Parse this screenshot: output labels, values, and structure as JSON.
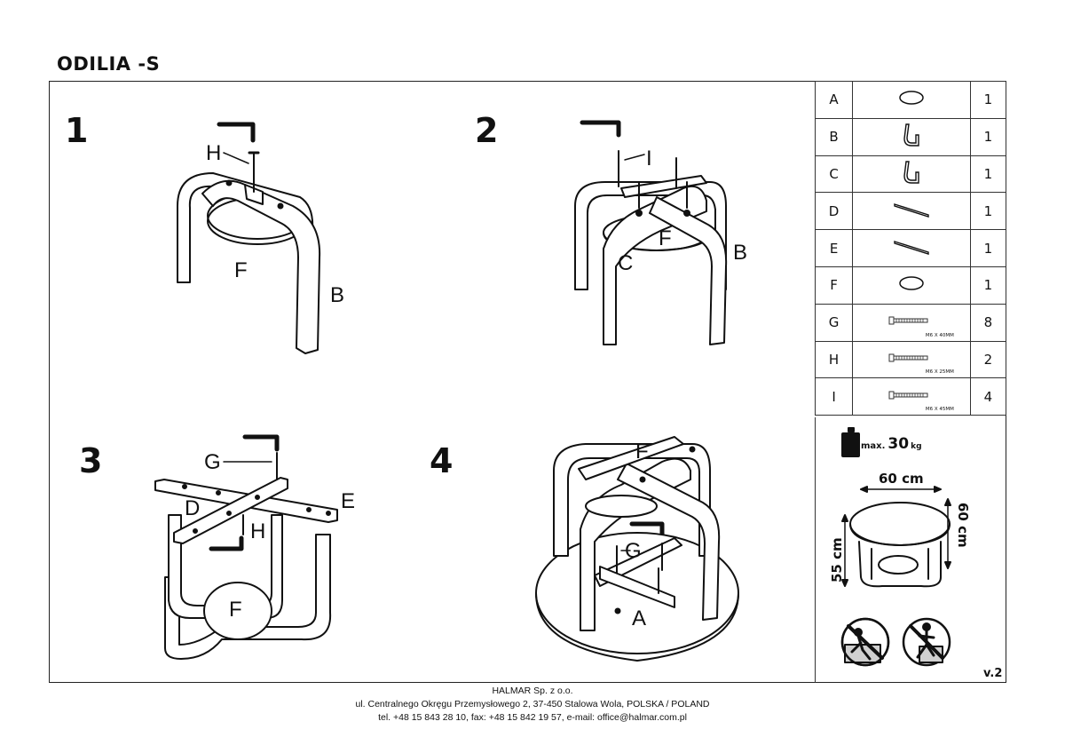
{
  "title": "ODILIA -S",
  "steps": [
    "1",
    "2",
    "3",
    "4"
  ],
  "labels": {
    "step1": {
      "h": "H",
      "f": "F",
      "b": "B"
    },
    "step2": {
      "i": "I",
      "f": "F",
      "c": "C",
      "b": "B"
    },
    "step3": {
      "g": "G",
      "d": "D",
      "e": "E",
      "h": "H",
      "f": "F"
    },
    "step4": {
      "f": "F",
      "g": "G",
      "a": "A"
    }
  },
  "parts": [
    {
      "label": "A",
      "icon": "round-top-icon",
      "qty": "1",
      "size": ""
    },
    {
      "label": "B",
      "icon": "curved-leg-icon",
      "qty": "1",
      "size": ""
    },
    {
      "label": "C",
      "icon": "curved-leg-icon",
      "qty": "1",
      "size": ""
    },
    {
      "label": "D",
      "icon": "cross-bar-icon",
      "qty": "1",
      "size": ""
    },
    {
      "label": "E",
      "icon": "cross-bar-icon",
      "qty": "1",
      "size": ""
    },
    {
      "label": "F",
      "icon": "round-shelf-icon",
      "qty": "1",
      "size": ""
    },
    {
      "label": "G",
      "icon": "screw-icon",
      "qty": "8",
      "size": "M6 X 40MM"
    },
    {
      "label": "H",
      "icon": "screw-icon",
      "qty": "2",
      "size": "M6 X 25MM"
    },
    {
      "label": "I",
      "icon": "screw-icon",
      "qty": "4",
      "size": "M6 X 45MM"
    }
  ],
  "max_load": {
    "prefix": "max.",
    "value": "30",
    "unit": "kg"
  },
  "dimensions": {
    "width": "60 cm",
    "depth": "60 cm",
    "height": "55 cm"
  },
  "version": "v.2",
  "footer": {
    "company": "HALMAR Sp. z o.o.",
    "address": "ul. Centralnego Okręgu Przemysłowego 2, 37-450 Stalowa Wola, POLSKA / POLAND",
    "contact": "tel. +48 15 843 28 10, fax: +48 15 842 19 57, e-mail: office@halmar.com.pl"
  }
}
